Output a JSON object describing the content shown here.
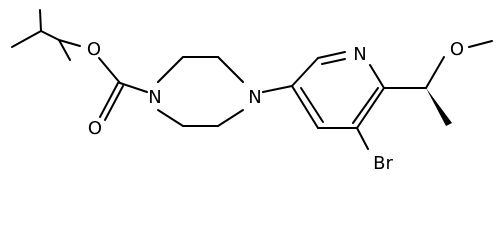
{
  "molecule": {
    "atoms": {
      "carbonyl_oxygen": "O",
      "ester_oxygen": "O",
      "piperazine_n1": "N",
      "piperazine_n4": "N",
      "pyridine_n": "N",
      "ether_oxygen": "O",
      "bromine": "Br"
    }
  }
}
